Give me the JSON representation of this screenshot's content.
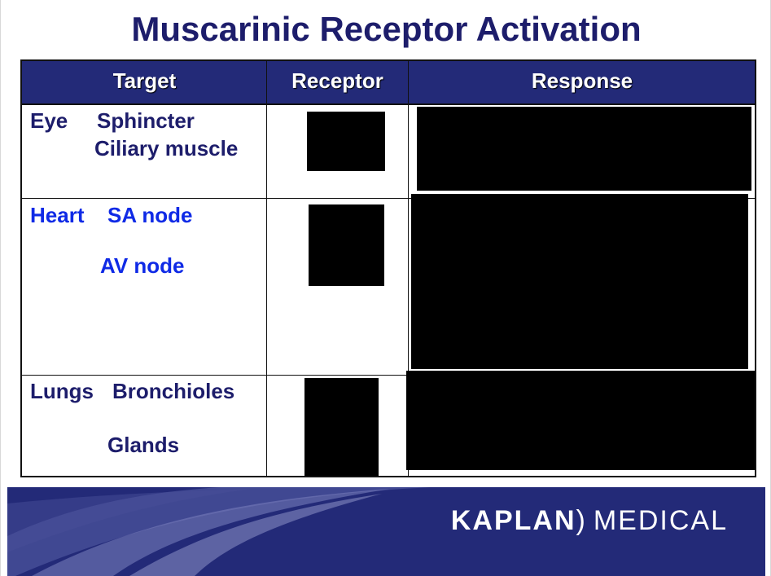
{
  "title": "Muscarinic Receptor Activation",
  "table": {
    "headers": [
      "Target",
      "Receptor",
      "Response"
    ],
    "rows": [
      {
        "organ": "Eye",
        "targets": [
          "Sphincter",
          "Ciliary muscle"
        ]
      },
      {
        "organ": "Heart",
        "targets": [
          "SA node",
          "AV node"
        ]
      },
      {
        "organ": "Lungs",
        "targets": [
          "Bronchioles",
          "Glands"
        ]
      }
    ]
  },
  "footer": {
    "brand_bold": "KAPLAN",
    "brand_paren": ")",
    "brand_light": "MEDICAL"
  },
  "colors": {
    "navy": "#1d1d6b",
    "blue": "#0f2ae6",
    "header_bg": "#232a78",
    "redaction": "#000000"
  }
}
